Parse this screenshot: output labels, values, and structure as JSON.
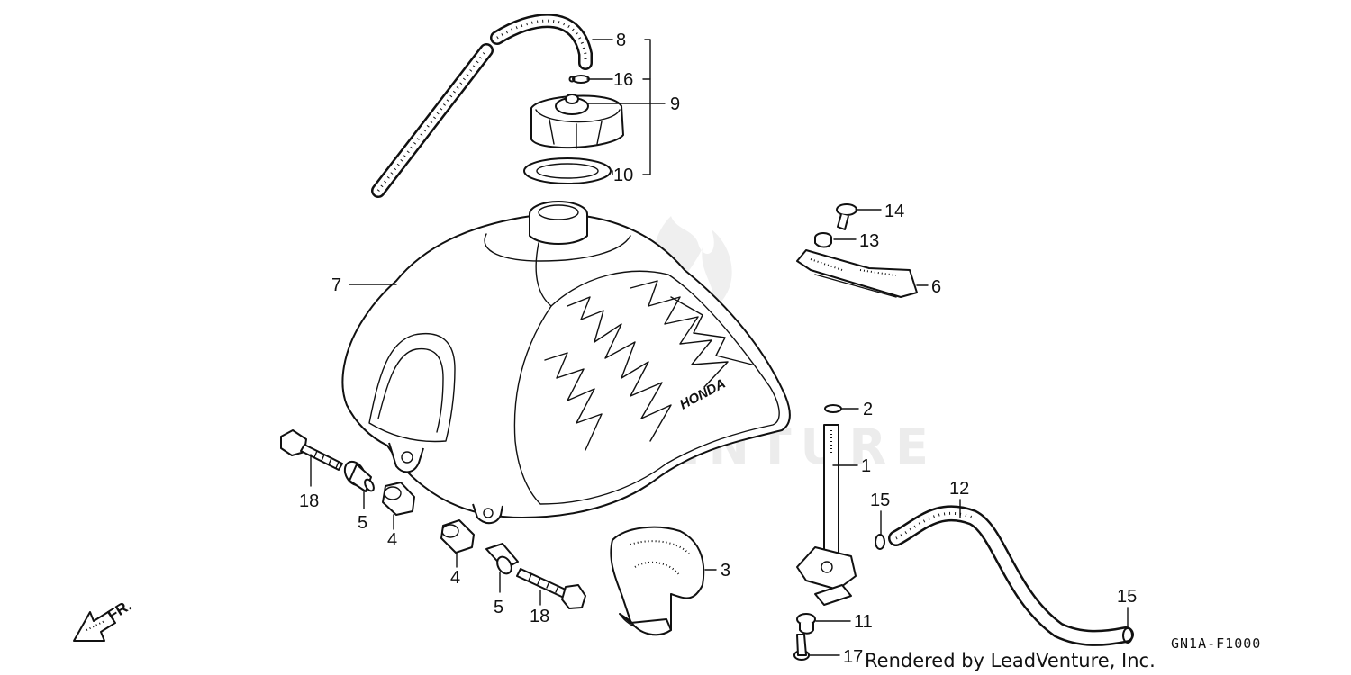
{
  "watermark": "LEADVENTURE",
  "tank_brand": "HONDA",
  "direction_label": "FR.",
  "diagram_code": "GN1A-F1000",
  "credit": "Rendered by LeadVenture, Inc.",
  "callouts": [
    {
      "id": "1",
      "part": "fuel valve"
    },
    {
      "id": "2",
      "part": "o-ring"
    },
    {
      "id": "3",
      "part": "tank protector"
    },
    {
      "id": "4",
      "part": "rubber mount"
    },
    {
      "id": "5",
      "part": "collar"
    },
    {
      "id": "6",
      "part": "tank bracket"
    },
    {
      "id": "7",
      "part": "fuel tank"
    },
    {
      "id": "8",
      "part": "breather tube"
    },
    {
      "id": "9",
      "part": "fuel filler cap"
    },
    {
      "id": "10",
      "part": "cap gasket"
    },
    {
      "id": "11",
      "part": "washer"
    },
    {
      "id": "12",
      "part": "fuel tube"
    },
    {
      "id": "13",
      "part": "grommet"
    },
    {
      "id": "14",
      "part": "bolt"
    },
    {
      "id": "15",
      "part": "clip"
    },
    {
      "id": "16",
      "part": "clip"
    },
    {
      "id": "17",
      "part": "screw"
    },
    {
      "id": "18",
      "part": "flange bolt"
    }
  ]
}
